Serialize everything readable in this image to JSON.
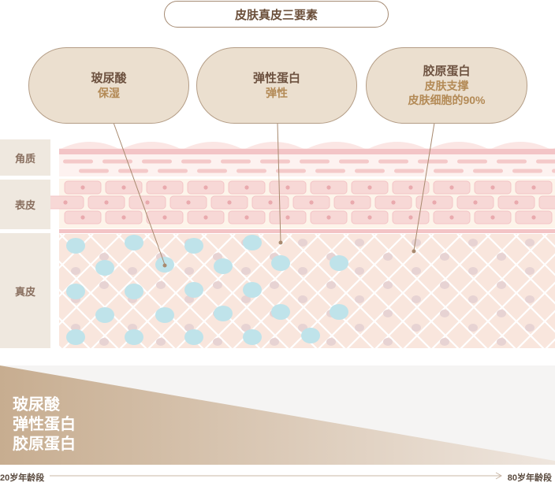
{
  "title": "皮肤真皮三要素",
  "bubbles": [
    {
      "title": "玻尿酸",
      "lines": [
        "保湿"
      ]
    },
    {
      "title": "弹性蛋白",
      "lines": [
        "弹性"
      ]
    },
    {
      "title": "胶原蛋白",
      "lines": [
        "皮肤支撑",
        "皮肤细胞的90%"
      ]
    }
  ],
  "layers": [
    "角质",
    "表皮",
    "真皮"
  ],
  "decline_chart": {
    "items": [
      "玻尿酸",
      "弹性蛋白",
      "胶原蛋白"
    ],
    "start_label": "20岁年龄段",
    "end_label": "80岁年龄段"
  },
  "colors": {
    "bubble_fill": "#ebdfcf",
    "cell_pink": "#f4c9c9",
    "dermis_bg": "#f9e6dd",
    "hyaluronic_blue": "#bfe3ea",
    "collagen_node": "#e7d3d3",
    "gradient_start": "#c7ad90",
    "gradient_end": "#efe6de"
  }
}
